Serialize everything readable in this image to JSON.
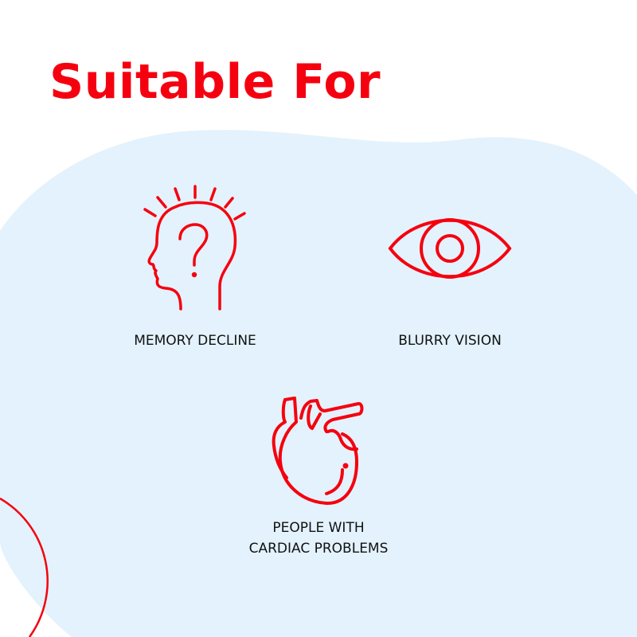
{
  "title": "Suitable For",
  "colors": {
    "accent": "#f5000f",
    "blob": "#e3f2fc",
    "text": "#111111"
  },
  "items": [
    {
      "icon": "head-question-icon",
      "label": "MEMORY DECLINE"
    },
    {
      "icon": "eye-icon",
      "label": "BLURRY VISION"
    },
    {
      "icon": "heart-organ-icon",
      "label_line1": "PEOPLE WITH",
      "label_line2": "CARDIAC PROBLEMS"
    }
  ]
}
